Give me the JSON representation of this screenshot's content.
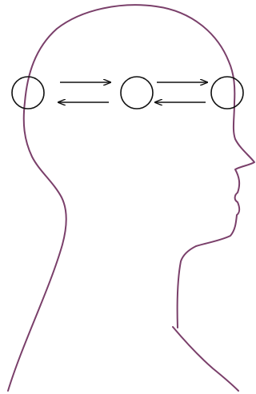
{
  "diagram": {
    "colors": {
      "head_outline": "#7a3f6a",
      "nodes": "#111111",
      "arrows": "#111111"
    },
    "elements": {
      "silhouette": "head-profile-facing-right",
      "nodes": [
        "left-node",
        "center-node",
        "right-node"
      ],
      "exchanges": [
        "left-center",
        "center-right"
      ]
    }
  }
}
